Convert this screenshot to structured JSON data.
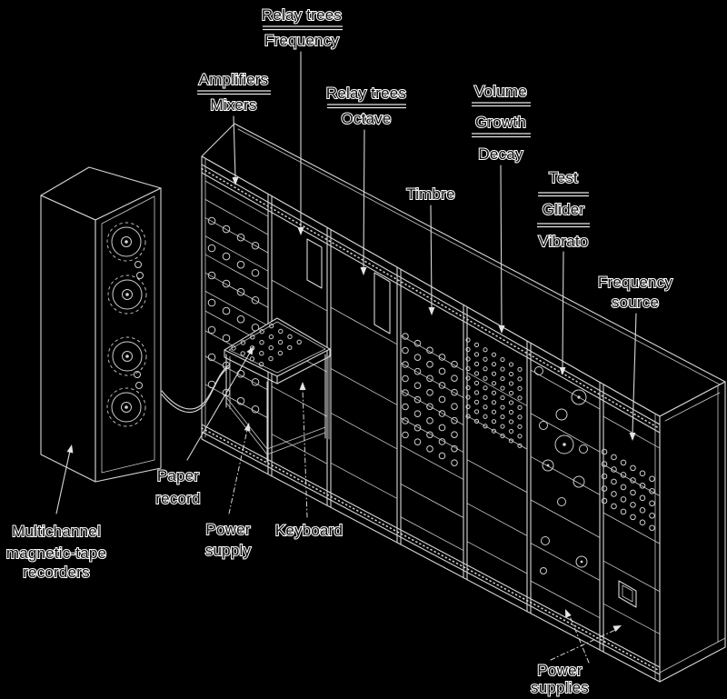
{
  "diagram": {
    "labels": {
      "relay_frequency": {
        "lines": [
          "Relay trees",
          "Frequency"
        ]
      },
      "amplifiers_mixers": {
        "lines": [
          "Amplifiers",
          "Mixers"
        ]
      },
      "relay_octave": {
        "lines": [
          "Relay trees",
          "Octave"
        ]
      },
      "timbre": {
        "lines": [
          "Timbre"
        ]
      },
      "volume_growth_decay": {
        "lines": [
          "Volume",
          "Growth",
          "Decay"
        ]
      },
      "test_glider_vibrato": {
        "lines": [
          "Test",
          "Glider",
          "Vibrato"
        ]
      },
      "frequency_source": {
        "lines": [
          "Frequency",
          "source"
        ]
      },
      "multichannel_recorders": {
        "lines": [
          "Multichannel",
          "magnetic-tape",
          "recorders"
        ]
      },
      "paper_record": {
        "lines": [
          "Paper",
          "record"
        ]
      },
      "power_supply": {
        "lines": [
          "Power",
          "supply"
        ]
      },
      "keyboard": {
        "lines": [
          "Keyboard"
        ]
      },
      "power_supplies": {
        "lines": [
          "Power",
          "supplies"
        ]
      }
    },
    "colors": {
      "background": "#000000",
      "line_ink": "#d6d6d6",
      "text_fill": "#0a0a0a",
      "text_outline": "#ffffff"
    }
  }
}
